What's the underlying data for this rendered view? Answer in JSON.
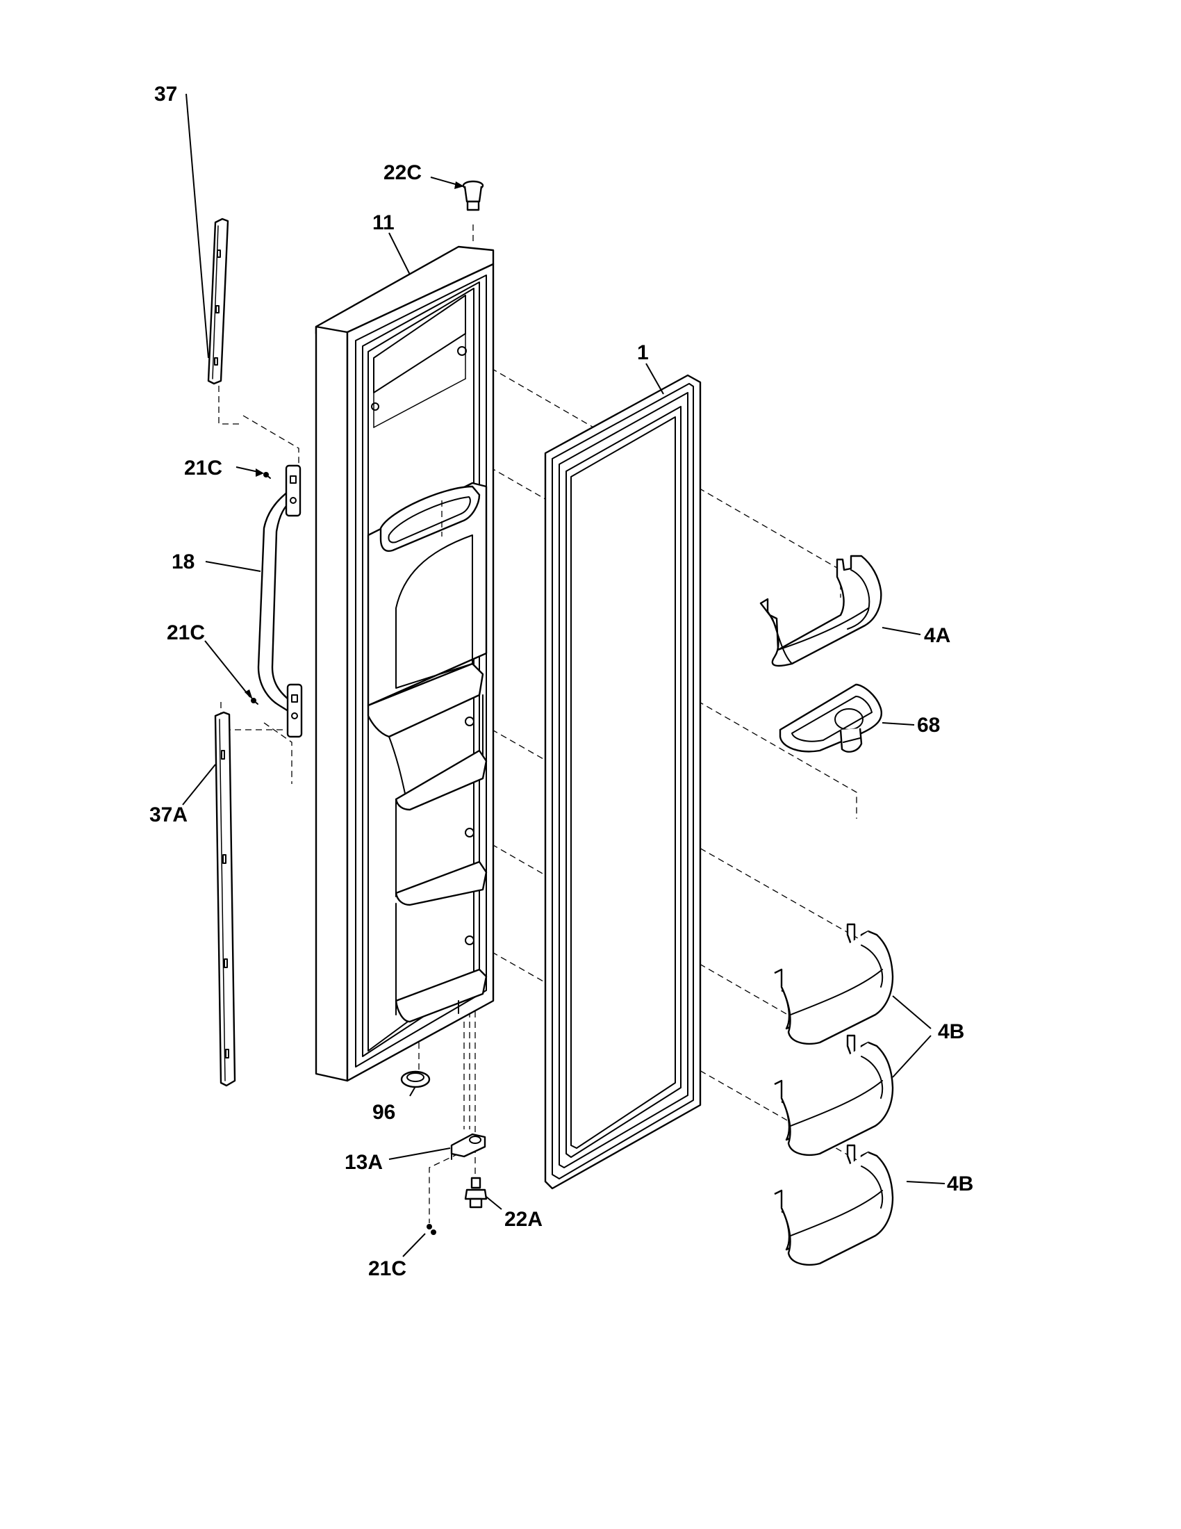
{
  "callouts": {
    "c22C_top": "22C",
    "c11": "11",
    "c37": "37",
    "c1": "1",
    "c21C_upper": "21C",
    "c18": "18",
    "c21C_mid": "21C",
    "c4A": "4A",
    "c68": "68",
    "c37A": "37A",
    "c4B_pair": "4B",
    "c96": "96",
    "c13A": "13A",
    "c4B_single": "4B",
    "c22A": "22A",
    "c21C_bottom": "21C"
  },
  "parts": [
    {
      "id": "1",
      "name": "door-gasket"
    },
    {
      "id": "4A",
      "name": "door-bin-small"
    },
    {
      "id": "4B",
      "name": "door-bin-large"
    },
    {
      "id": "11",
      "name": "door-assembly"
    },
    {
      "id": "13A",
      "name": "hinge-bracket"
    },
    {
      "id": "18",
      "name": "door-handle"
    },
    {
      "id": "21C",
      "name": "screw"
    },
    {
      "id": "22A",
      "name": "hinge-pin"
    },
    {
      "id": "22C",
      "name": "bushing"
    },
    {
      "id": "37",
      "name": "handle-trim-upper"
    },
    {
      "id": "37A",
      "name": "handle-trim-lower"
    },
    {
      "id": "68",
      "name": "dispenser-funnel"
    },
    {
      "id": "96",
      "name": "plug"
    }
  ]
}
